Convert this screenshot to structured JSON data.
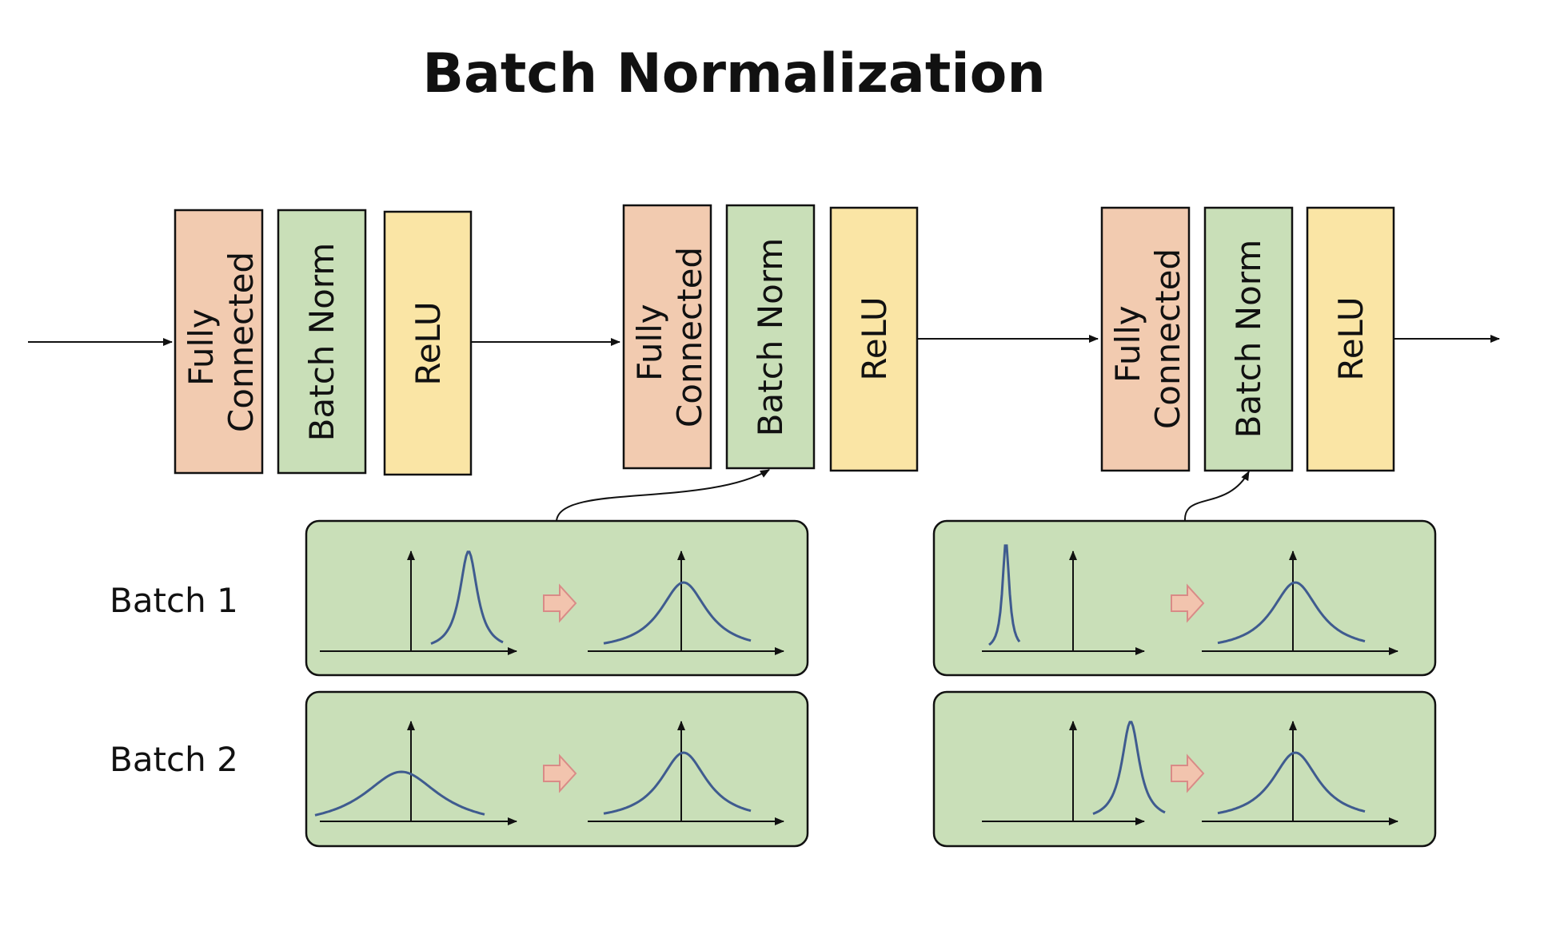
{
  "title": "Batch Normalization",
  "colors": {
    "fully_connected": "#F2CBB0",
    "batch_norm": "#C9DFB8",
    "relu": "#FAE5A5",
    "panel": "#C9DFB8",
    "curve": "#3F5B8F",
    "arrow_fill": "#F2C4AE",
    "arrow_stroke": "#D98B87"
  },
  "layers": [
    {
      "blocks": [
        {
          "type": "fully_connected",
          "lines": [
            "Fully",
            "Connected"
          ]
        },
        {
          "type": "batch_norm",
          "lines": [
            "Batch Norm"
          ]
        },
        {
          "type": "relu",
          "lines": [
            "ReLU"
          ]
        }
      ]
    },
    {
      "blocks": [
        {
          "type": "fully_connected",
          "lines": [
            "Fully",
            "Connected"
          ]
        },
        {
          "type": "batch_norm",
          "lines": [
            "Batch Norm"
          ]
        },
        {
          "type": "relu",
          "lines": [
            "ReLU"
          ]
        }
      ]
    },
    {
      "blocks": [
        {
          "type": "fully_connected",
          "lines": [
            "Fully",
            "Connected"
          ]
        },
        {
          "type": "batch_norm",
          "lines": [
            "Batch Norm"
          ]
        },
        {
          "type": "relu",
          "lines": [
            "ReLU"
          ]
        }
      ]
    }
  ],
  "batch_labels": [
    "Batch 1",
    "Batch 2"
  ],
  "panels": [
    {
      "feeds_layer": 2,
      "rows": [
        {
          "before": "narrow-right",
          "after": "standard"
        },
        {
          "before": "wide-centered",
          "after": "standard"
        }
      ]
    },
    {
      "feeds_layer": 3,
      "rows": [
        {
          "before": "very-narrow-left",
          "after": "standard"
        },
        {
          "before": "narrow-right",
          "after": "standard"
        }
      ]
    }
  ]
}
